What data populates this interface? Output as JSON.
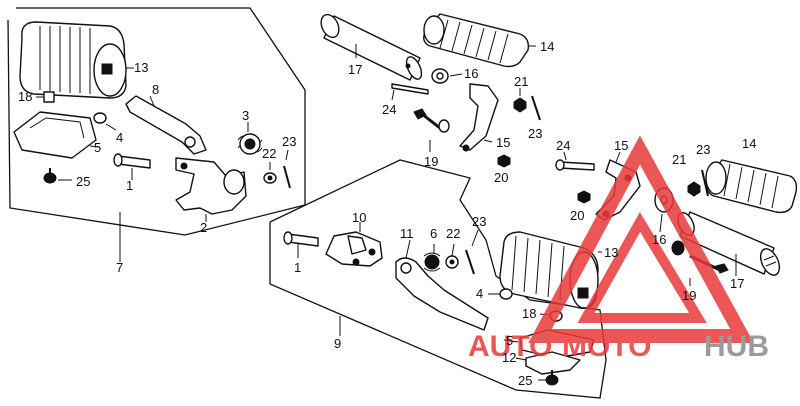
{
  "diagram": {
    "callouts": {
      "c13a": "13",
      "c18a": "18",
      "c8": "8",
      "c4a": "4",
      "c5a": "5",
      "c3": "3",
      "c22a": "22",
      "c23a": "23",
      "c1a": "1",
      "c25a": "25",
      "c2": "2",
      "c7": "7",
      "c17a": "17",
      "c14a": "14",
      "c16a": "16",
      "c21a": "21",
      "c24a": "24",
      "c23b": "23",
      "c19a": "19",
      "c15a": "15",
      "c20a": "20",
      "c24b": "24",
      "c15b": "15",
      "c14b": "14",
      "c21b": "21",
      "c23c": "23",
      "c20b": "20",
      "c16b": "16",
      "c10": "10",
      "c11": "11",
      "c6": "6",
      "c22b": "22",
      "c23d": "23",
      "c13b": "13",
      "c1b": "1",
      "c4b": "4",
      "c18b": "18",
      "c17b": "17",
      "c19b": "19",
      "c9": "9",
      "c5b": "5",
      "c12": "12",
      "c25b": "25"
    }
  },
  "watermark": {
    "part1": "AUTO",
    "part2": "MOTO",
    "part3": "HUB",
    "color_red": "#e83a3a",
    "color_gray": "#8a8a8a"
  }
}
